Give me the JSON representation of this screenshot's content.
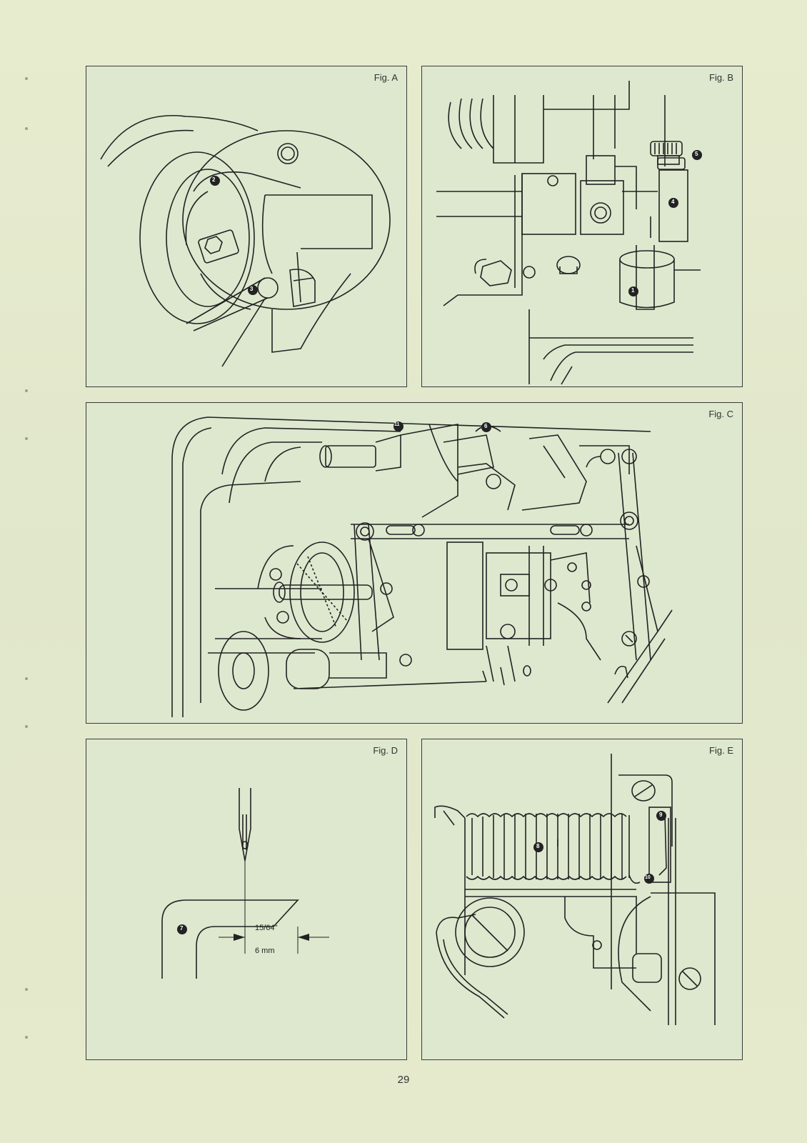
{
  "figures": {
    "a": {
      "label": "Fig. A",
      "callouts": [
        "2",
        "3"
      ]
    },
    "b": {
      "label": "Fig. B",
      "callouts": [
        "1",
        "4",
        "5"
      ]
    },
    "c": {
      "label": "Fig. C",
      "callouts": [
        "11",
        "6"
      ]
    },
    "d": {
      "label": "Fig. D",
      "callouts": [
        "7"
      ],
      "dimension_in": "15/64\"",
      "dimension_mm": "6 mm"
    },
    "e": {
      "label": "Fig. E",
      "callouts": [
        "8",
        "9",
        "10"
      ]
    }
  },
  "page_number": "29",
  "colors": {
    "paper": "#e3e8cf",
    "figure_fill": "#dde8cf",
    "ink": "#222222"
  }
}
